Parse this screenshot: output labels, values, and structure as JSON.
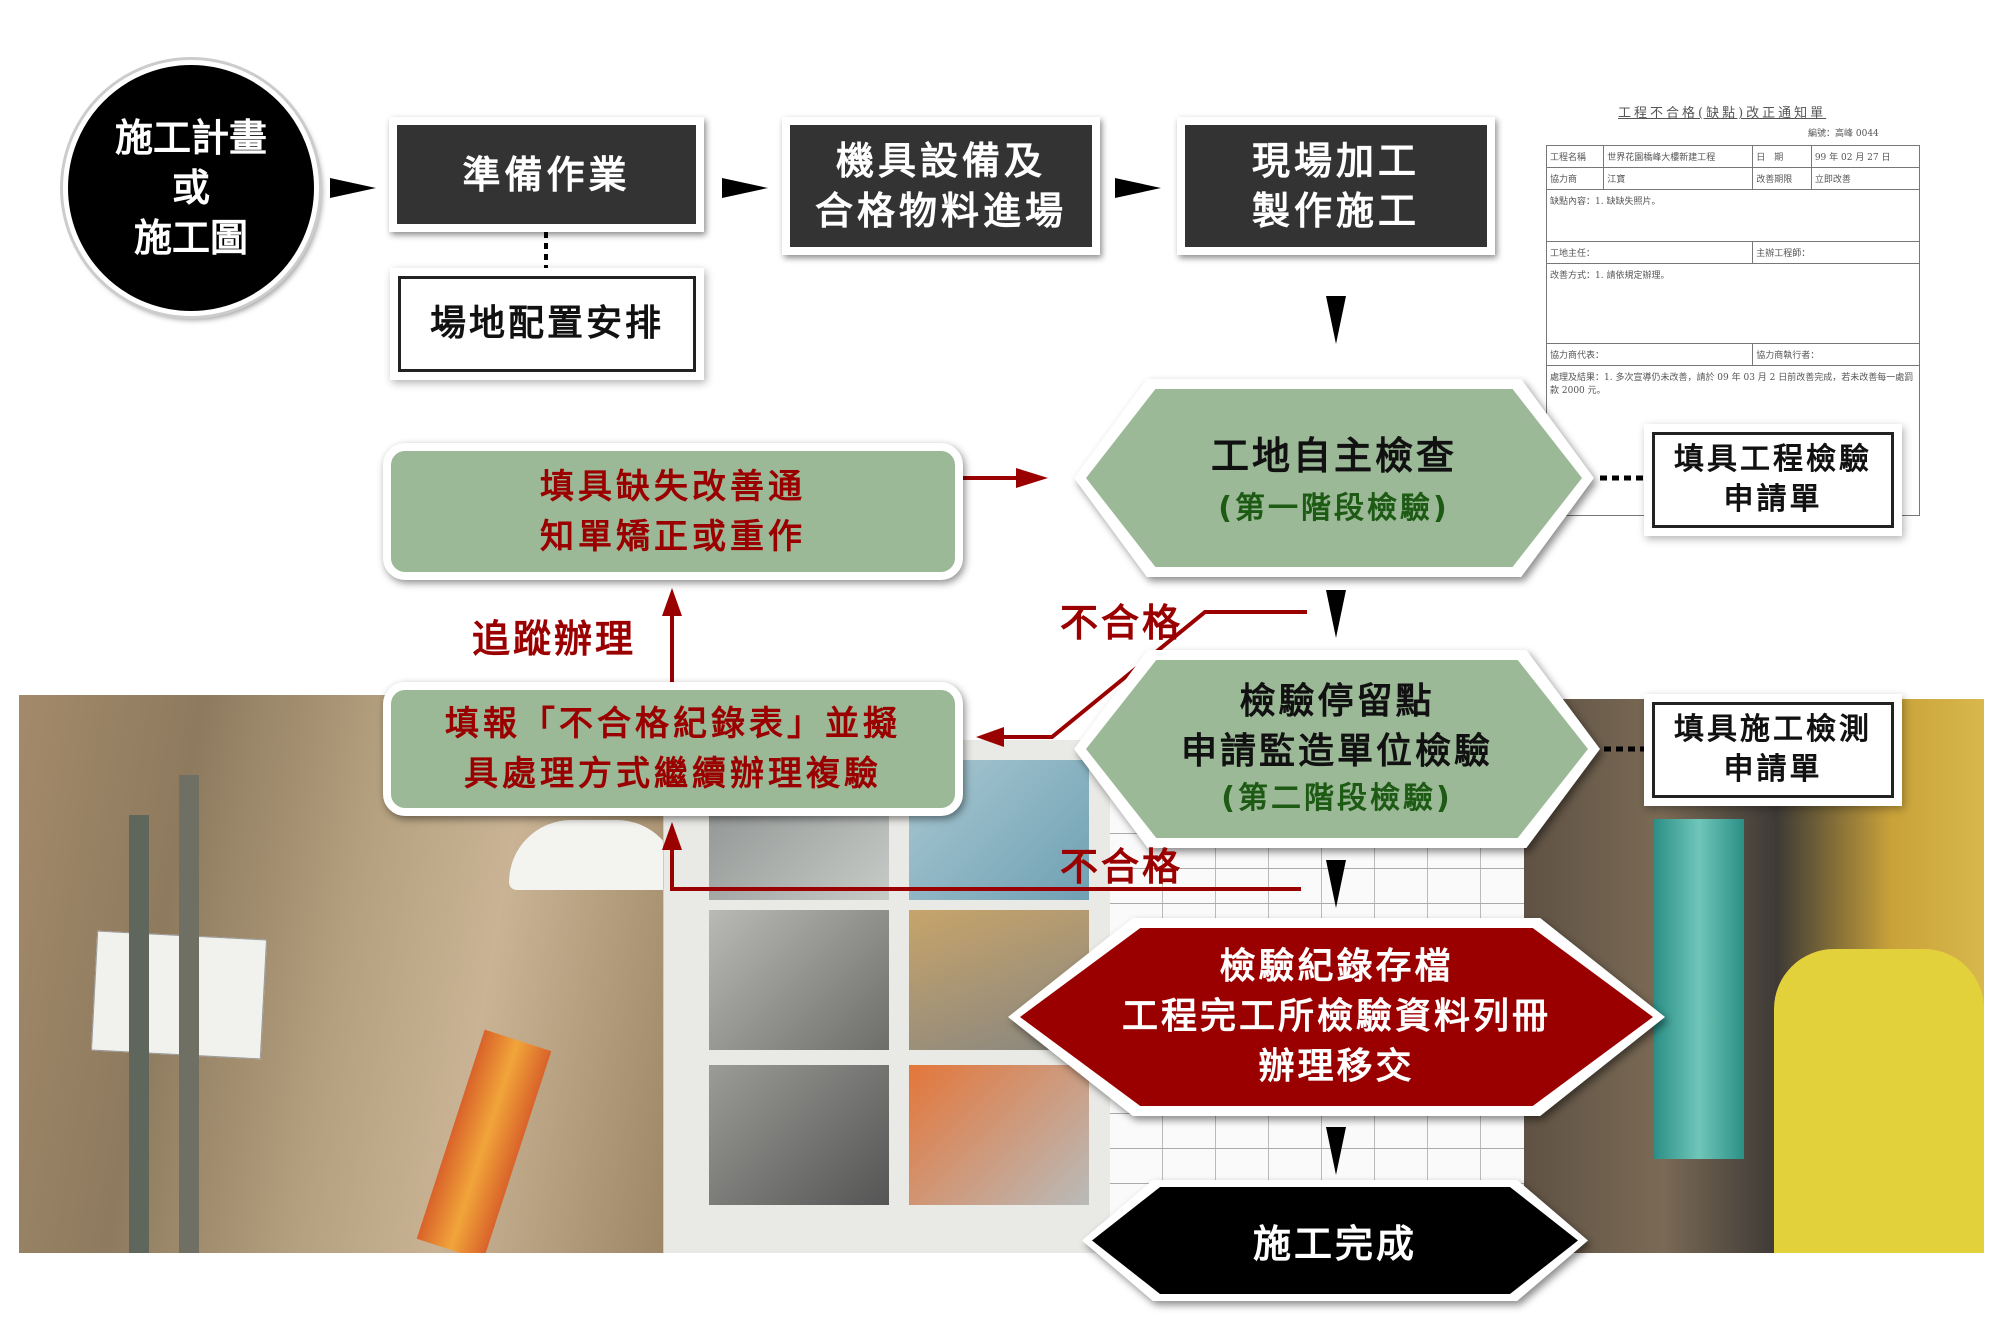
{
  "start": {
    "lines": [
      "施工計畫",
      "或",
      "施工圖"
    ]
  },
  "steps": {
    "prepare": "準備作業",
    "site_layout": "場地配置安排",
    "equipment": [
      "機具設備及",
      "合格物料進場"
    ],
    "fabrication": [
      "現場加工",
      "製作施工"
    ]
  },
  "inspection1": {
    "title": "工地自主檢查",
    "subtitle": "(第一階段檢驗)"
  },
  "inspection2": {
    "lines": [
      "檢驗停留點",
      "申請監造單位檢驗"
    ],
    "subtitle": "(第二階段檢驗)"
  },
  "archive": {
    "lines": [
      "檢驗紀錄存檔",
      "工程完工所檢驗資料列冊",
      "辦理移交"
    ]
  },
  "complete": "施工完成",
  "correction": {
    "lines": [
      "填具缺失改善通",
      "知單矯正或重作"
    ]
  },
  "reinspect": {
    "lines": [
      "填報「不合格紀錄表」並擬",
      "具處理方式繼續辦理複驗"
    ]
  },
  "follow_up": "追蹤辦理",
  "fail_label_1": "不合格",
  "fail_label_2": "不合格",
  "form1": {
    "lines": [
      "填具工程檢驗",
      "申請單"
    ]
  },
  "form2": {
    "lines": [
      "填具施工檢測",
      "申請單"
    ]
  },
  "document": {
    "title": "工程不合格(缺點)改正通知單",
    "number": "編號：高峰 0044",
    "project_label": "工程名稱",
    "project": "世界花園橋峰大樓新建工程",
    "date_label": "日　期",
    "date": "99 年 02 月 27 日",
    "contractor_label": "協力商",
    "contractor": "江寶",
    "deadline_label": "改善期限",
    "deadline": "立即改善",
    "defect": "缺點內容：1. 缺缺失照片。",
    "site_director": "工地主任：",
    "engineer": "主辦工程師：",
    "method": "改善方式：1. 請依規定辦理。",
    "rep": "協力商代表：",
    "executor": "協力商執行者：",
    "result": "處理及結果：1. 多次宣導仍未改善，請於 09 年 03 月 2 日前改善完成，若未改善每一處罰款 2000 元。"
  },
  "colors": {
    "green": "#9bb897",
    "dark_red": "#9b0000",
    "dark_box": "#333333",
    "sub_green": "#1d5a14"
  }
}
